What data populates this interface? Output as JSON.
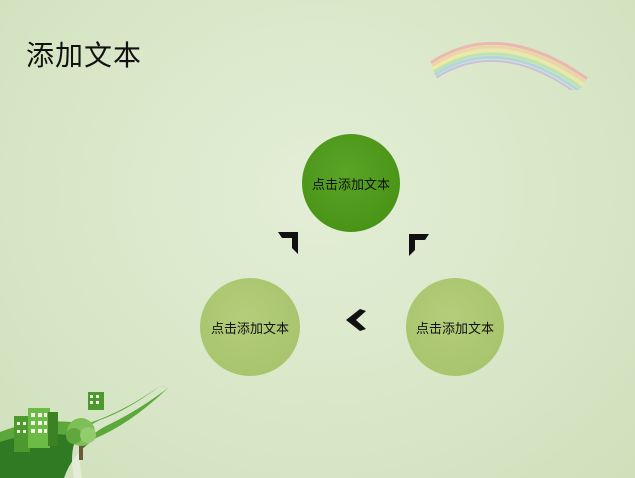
{
  "slide": {
    "title": "添加文本"
  },
  "diagram": {
    "nodes": [
      {
        "label": "点击添加文本",
        "color": "#4a9518"
      },
      {
        "label": "点击添加文本",
        "color": "#a8c46c"
      },
      {
        "label": "点击添加文本",
        "color": "#a8c46c"
      }
    ],
    "arrow_color": "#111111"
  },
  "decorations": {
    "rainbow": "rainbow-icon",
    "landscape": "green-city-road-icon"
  }
}
